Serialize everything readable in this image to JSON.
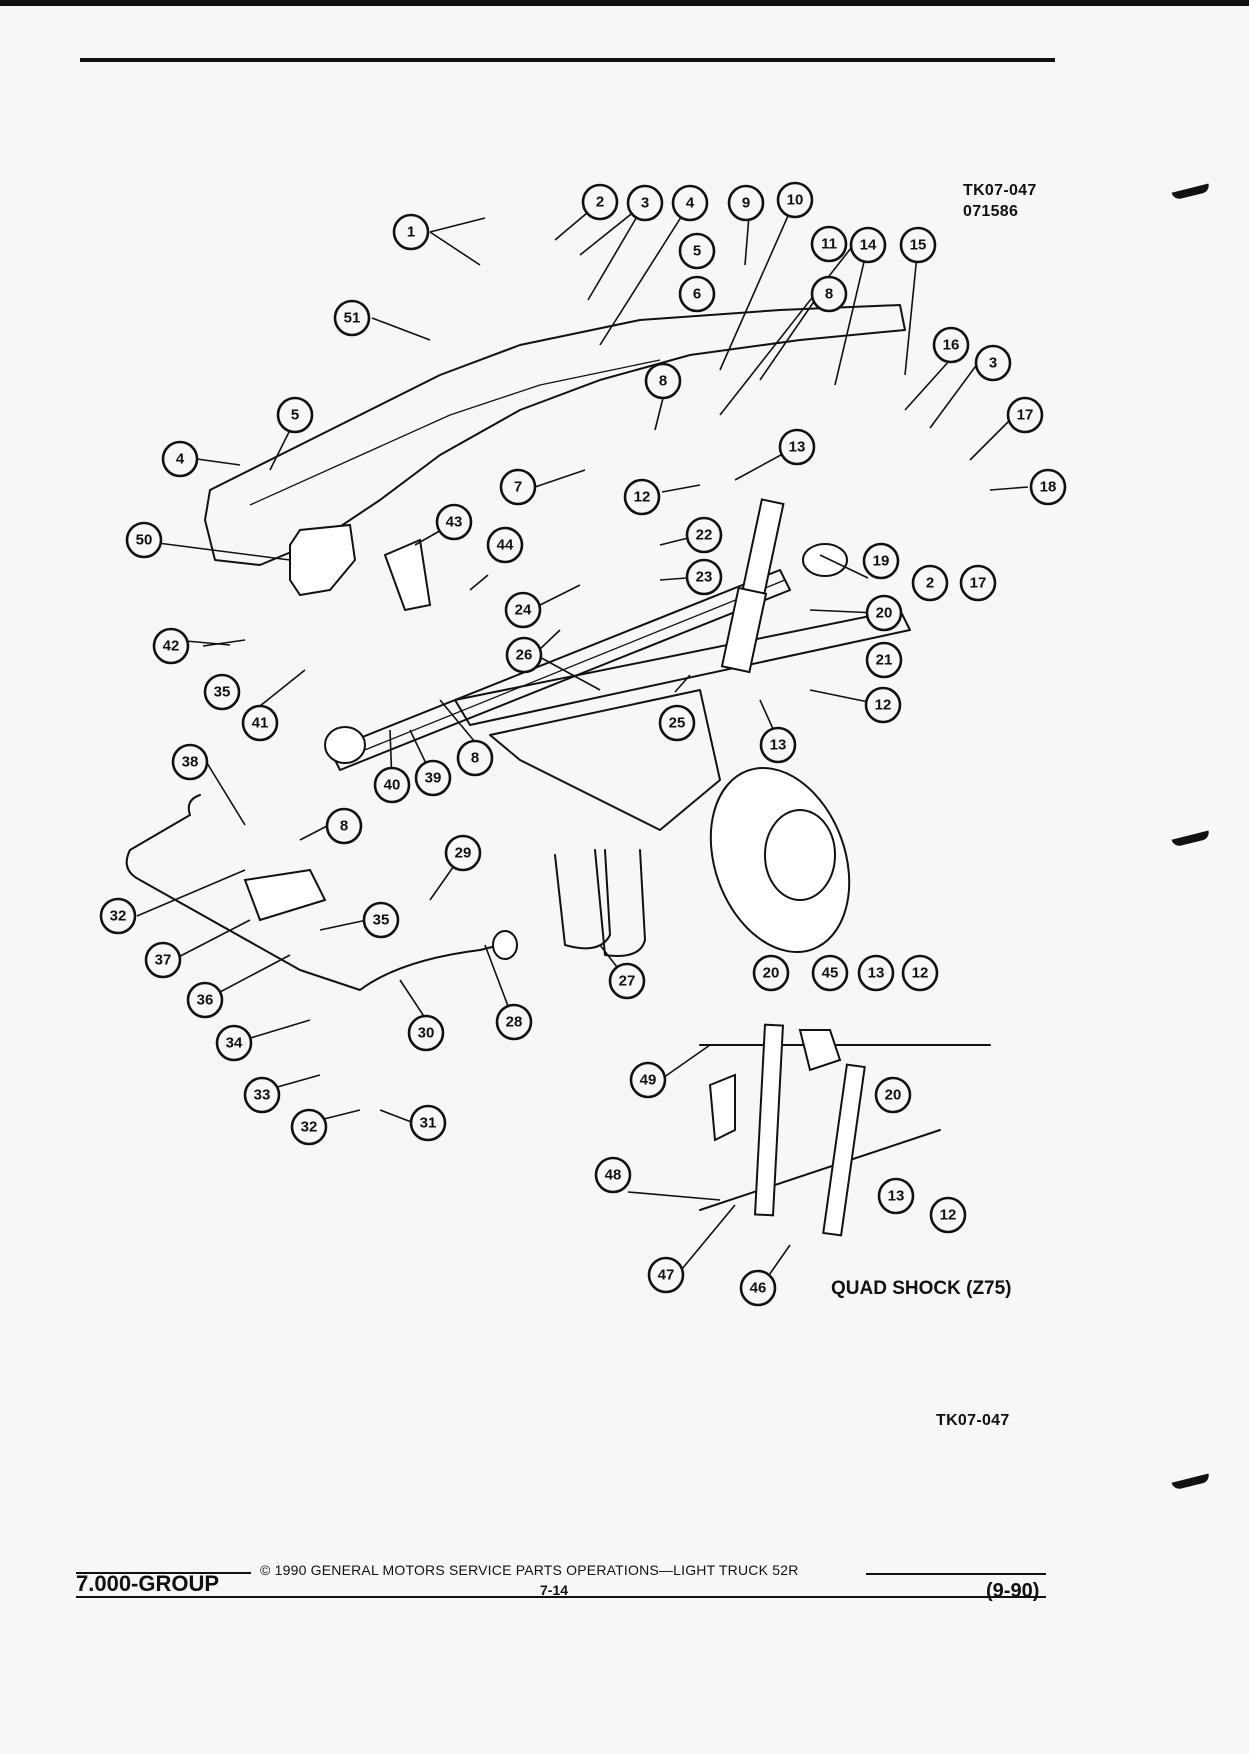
{
  "reference": {
    "code_top": "TK07-047",
    "number_top": "071586",
    "code_bottom": "TK07-047"
  },
  "figure": {
    "caption": "QUAD SHOCK (Z75)"
  },
  "callouts": [
    "1",
    "2",
    "3",
    "4",
    "9",
    "10",
    "5",
    "11",
    "14",
    "15",
    "8",
    "51",
    "6",
    "16",
    "3",
    "8",
    "17",
    "5",
    "13",
    "4",
    "7",
    "12",
    "18",
    "43",
    "22",
    "19",
    "44",
    "50",
    "23",
    "2",
    "17",
    "42",
    "24",
    "20",
    "26",
    "21",
    "35",
    "25",
    "12",
    "41",
    "13",
    "40",
    "8",
    "39",
    "38",
    "8",
    "29",
    "32",
    "35",
    "37",
    "27",
    "28",
    "36",
    "20",
    "45",
    "13",
    "12",
    "30",
    "34",
    "49",
    "20",
    "33",
    "32",
    "31",
    "48",
    "13",
    "12",
    "47",
    "46"
  ],
  "footer": {
    "group": "7.000-GROUP",
    "copyright": "© 1990 GENERAL MOTORS SERVICE PARTS OPERATIONS—LIGHT TRUCK 52R",
    "page": "7-14",
    "date": "(9-90)"
  }
}
